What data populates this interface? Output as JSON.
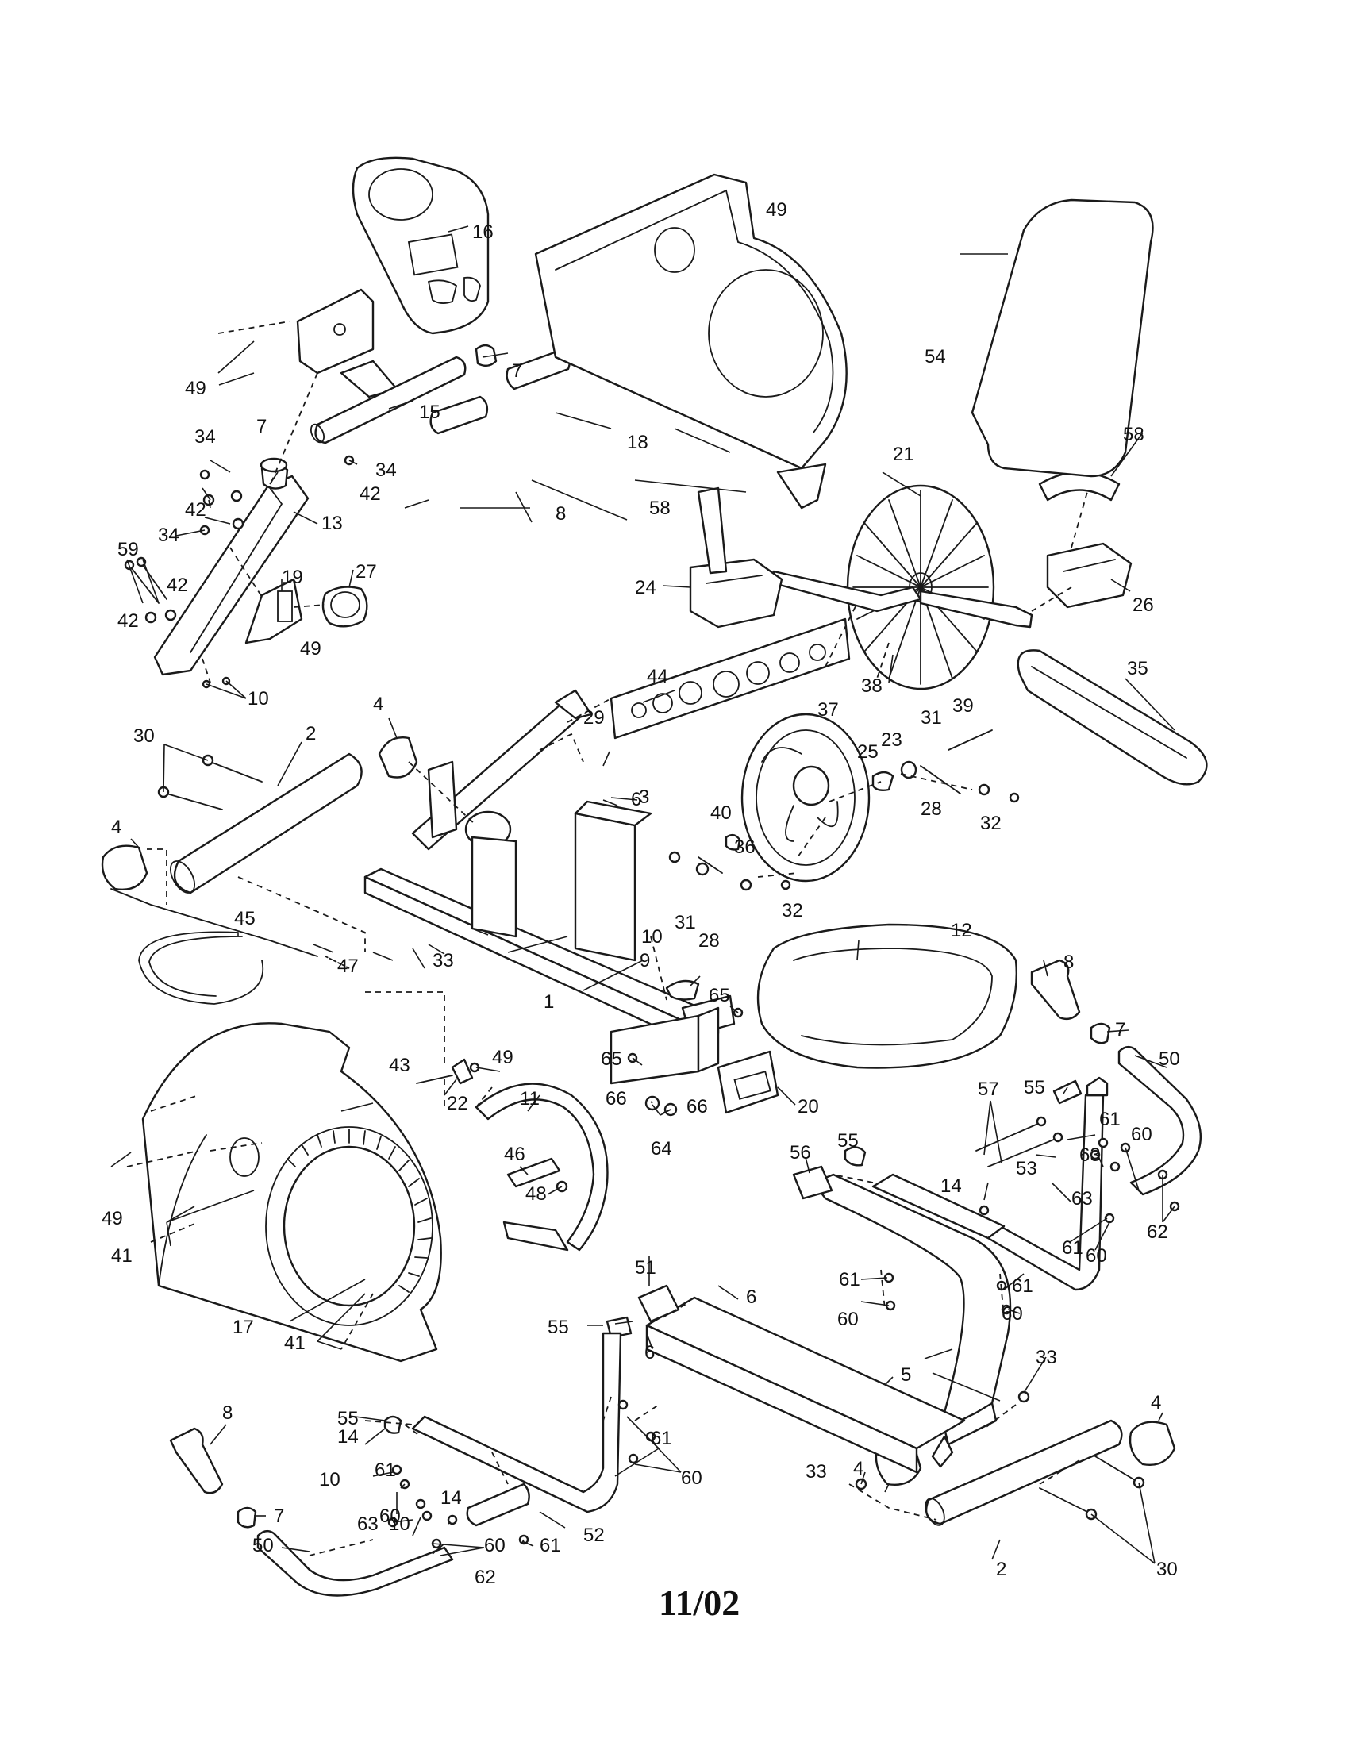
{
  "footer": {
    "date": "11/02"
  },
  "callouts": {
    "c1": "1",
    "c2a": "2",
    "c2b": "2",
    "c3": "3",
    "c4a": "4",
    "c4b": "4",
    "c4c": "4",
    "c4d": "4",
    "c5": "5",
    "c6a": "6",
    "c6b": "6",
    "c6c": "6",
    "c7a": "7",
    "c7b": "7",
    "c7c": "7",
    "c7d": "7",
    "c8a": "8",
    "c8b": "8",
    "c8c": "8",
    "c9": "9",
    "c10a": "10",
    "c10b": "10",
    "c10c": "10",
    "c10d": "10",
    "c11": "11",
    "c12": "12",
    "c13": "13",
    "c14a": "14",
    "c14b": "14",
    "c14c": "14",
    "c15": "15",
    "c16": "16",
    "c17": "17",
    "c18": "18",
    "c19": "19",
    "c20": "20",
    "c21": "21",
    "c22": "22",
    "c23": "23",
    "c24": "24",
    "c25": "25",
    "c26": "26",
    "c27": "27",
    "c28a": "28",
    "c28b": "28",
    "c29": "29",
    "c30a": "30",
    "c30b": "30",
    "c31a": "31",
    "c31b": "31",
    "c32a": "32",
    "c32b": "32",
    "c33a": "33",
    "c33b": "33",
    "c33c": "33",
    "c34a": "34",
    "c34b": "34",
    "c34c": "34",
    "c35": "35",
    "c36": "36",
    "c37": "37",
    "c38": "38",
    "c39": "39",
    "c40": "40",
    "c41a": "41",
    "c41b": "41",
    "c42a": "42",
    "c42b": "42",
    "c42c": "42",
    "c42d": "42",
    "c43": "43",
    "c44": "44",
    "c45": "45",
    "c46": "46",
    "c47": "47",
    "c48": "48",
    "c49a": "49",
    "c49b": "49",
    "c49c": "49",
    "c49d": "49",
    "c49e": "49",
    "c50a": "50",
    "c50b": "50",
    "c51": "51",
    "c52": "52",
    "c53": "53",
    "c54": "54",
    "c55a": "55",
    "c55b": "55",
    "c55c": "55",
    "c55d": "55",
    "c56": "56",
    "c57": "57",
    "c58a": "58",
    "c58b": "58",
    "c59": "59",
    "c60a": "60",
    "c60b": "60",
    "c60c": "60",
    "c60d": "60",
    "c60e": "60",
    "c60f": "60",
    "c60g": "60",
    "c61a": "61",
    "c61b": "61",
    "c61c": "61",
    "c61d": "61",
    "c61e": "61",
    "c61f": "61",
    "c61g": "61",
    "c62a": "62",
    "c62b": "62",
    "c63a": "63",
    "c63b": "63",
    "c63c": "63",
    "c64": "64",
    "c65a": "65",
    "c65b": "65",
    "c66a": "66",
    "c66b": "66"
  }
}
